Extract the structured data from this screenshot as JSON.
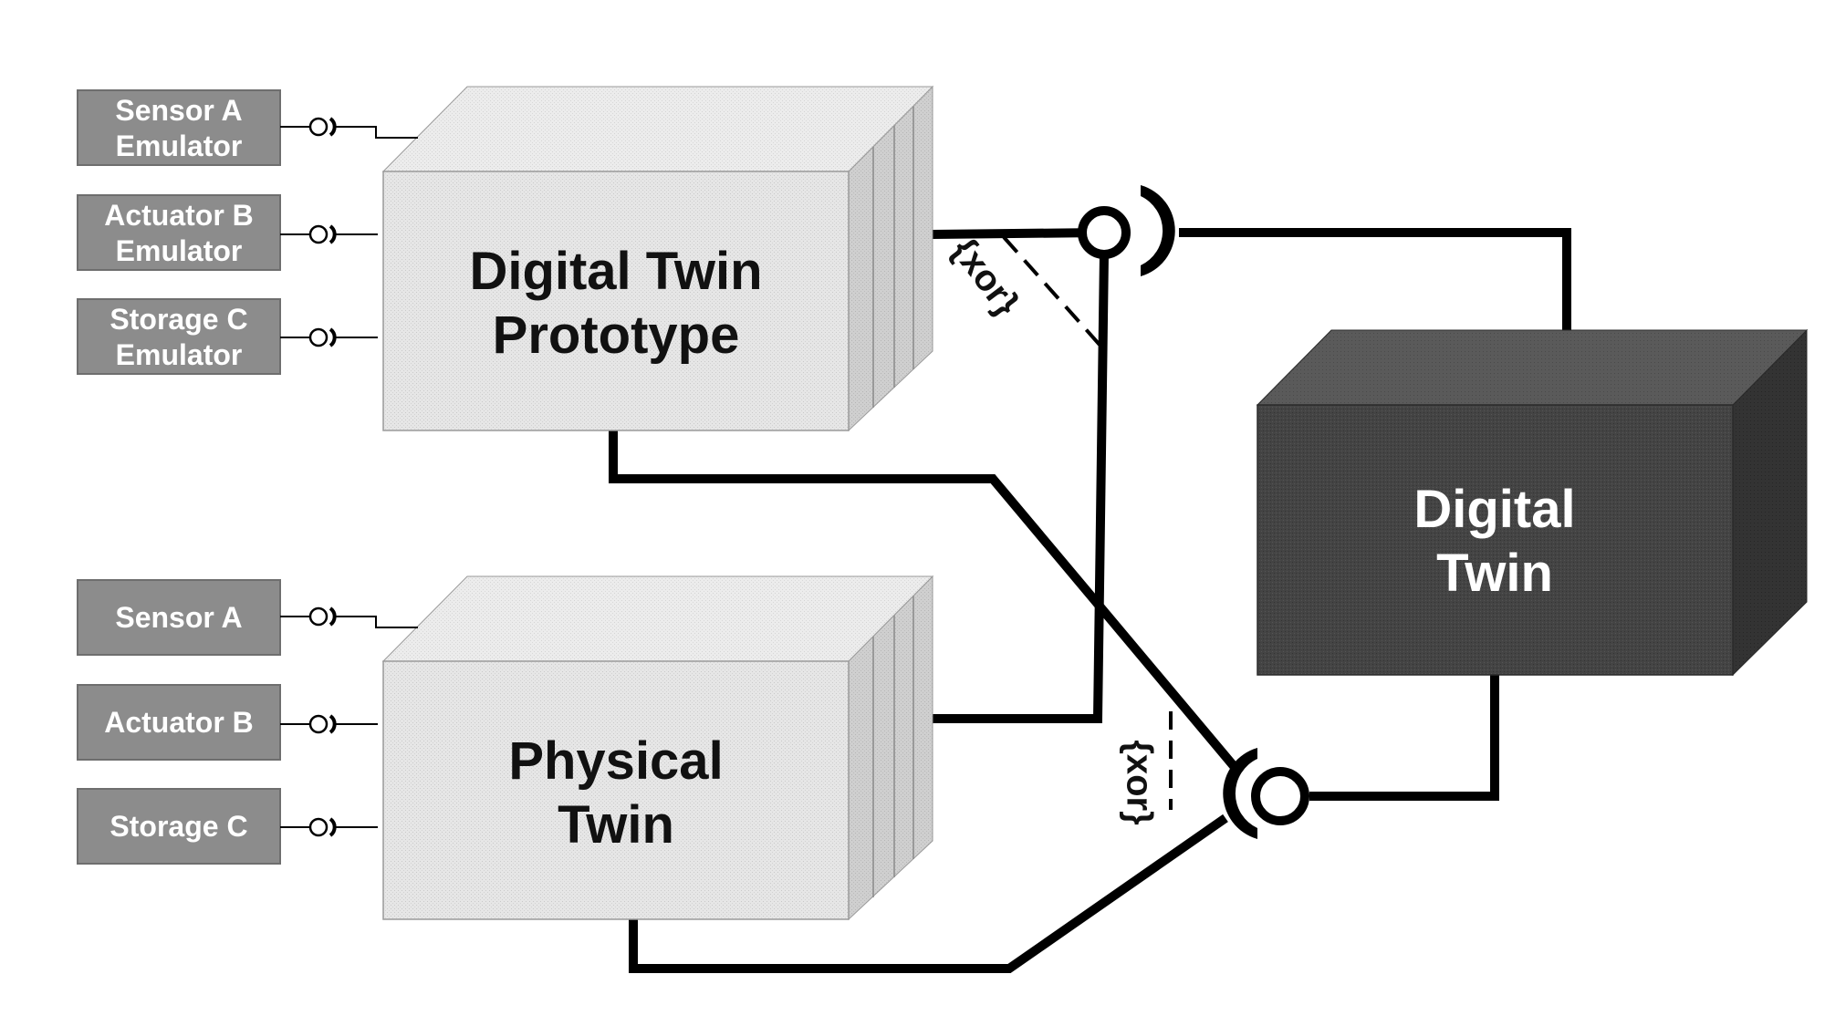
{
  "components": [
    {
      "id": "sensor-a-emulator",
      "lines": [
        "Sensor A",
        "Emulator"
      ]
    },
    {
      "id": "actuator-b-emulator",
      "lines": [
        "Actuator B",
        "Emulator"
      ]
    },
    {
      "id": "storage-c-emulator",
      "lines": [
        "Storage C",
        "Emulator"
      ]
    },
    {
      "id": "sensor-a",
      "lines": [
        "Sensor A"
      ]
    },
    {
      "id": "actuator-b",
      "lines": [
        "Actuator B"
      ]
    },
    {
      "id": "storage-c",
      "lines": [
        "Storage C"
      ]
    }
  ],
  "nodes": {
    "prototype": {
      "lines": [
        "Digital Twin",
        "Prototype"
      ]
    },
    "physical": {
      "lines": [
        "Physical",
        "Twin"
      ]
    },
    "digital": {
      "lines": [
        "Digital",
        "Twin"
      ]
    }
  },
  "constraints": {
    "xor_top": "{xor}",
    "xor_bottom": "{xor}"
  },
  "colors": {
    "component_fill": "#8c8c8c",
    "light_box": "#e4e4e4",
    "dark_box": "#3f3f3f",
    "wire": "#000000"
  }
}
